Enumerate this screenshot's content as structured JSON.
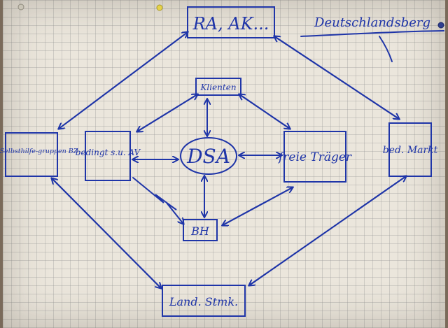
{
  "diagram": {
    "header_note": "Deutschlandsberg",
    "center": "DSA",
    "nodes": {
      "top": "RA, AK...",
      "klienten": "Klienten",
      "left": "z.B. Selbsthilfe-gruppen BZ",
      "inner_left": "bedingt s.u. AV",
      "freie": "freie Träger",
      "right": "bed. Markt",
      "bh": "BH",
      "bottom": "Land. Stmk."
    }
  },
  "colors": {
    "ink": "#1f35a8",
    "paper": "#ebe6dc",
    "background": "#7a6a5a"
  }
}
